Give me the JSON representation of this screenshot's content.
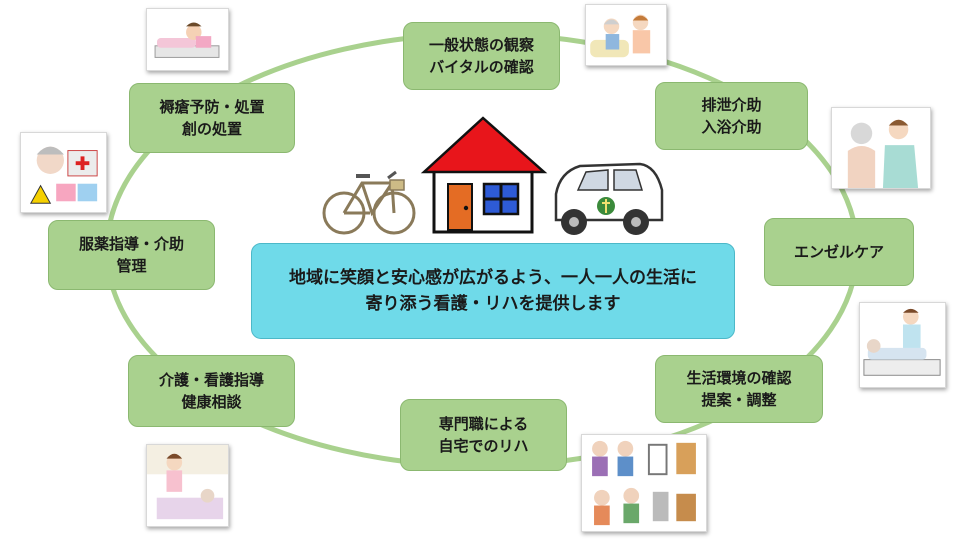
{
  "center": {
    "line1": "地域に笑顔と安心感が広がるよう、一人一人の生活に",
    "line2": "寄り添う看護・リハを提供します"
  },
  "nodes": {
    "observation": {
      "line1": "一般状態の観察",
      "line2": "バイタルの確認"
    },
    "excretion": {
      "line1": "排泄介助",
      "line2": "入浴介助"
    },
    "angel_care": {
      "line1": "エンゼルケア"
    },
    "environment": {
      "line1": "生活環境の確認",
      "line2": "提案・調整"
    },
    "home_rehab": {
      "line1": "専門職による",
      "line2": "自宅でのリハ"
    },
    "guidance": {
      "line1": "介護・看護指導",
      "line2": "健康相談"
    },
    "medication": {
      "line1": "服薬指導・介助",
      "line2": "管理"
    },
    "pressure_ulcer": {
      "line1": "褥瘡予防・処置",
      "line2": "創の処置"
    }
  },
  "colors": {
    "node_fill": "#a9d18e",
    "center_fill": "#6fdae9",
    "ring": "#a9d18e",
    "house_roof": "#e8151b",
    "house_door": "#e46c24",
    "window": "#2e5bd6"
  }
}
